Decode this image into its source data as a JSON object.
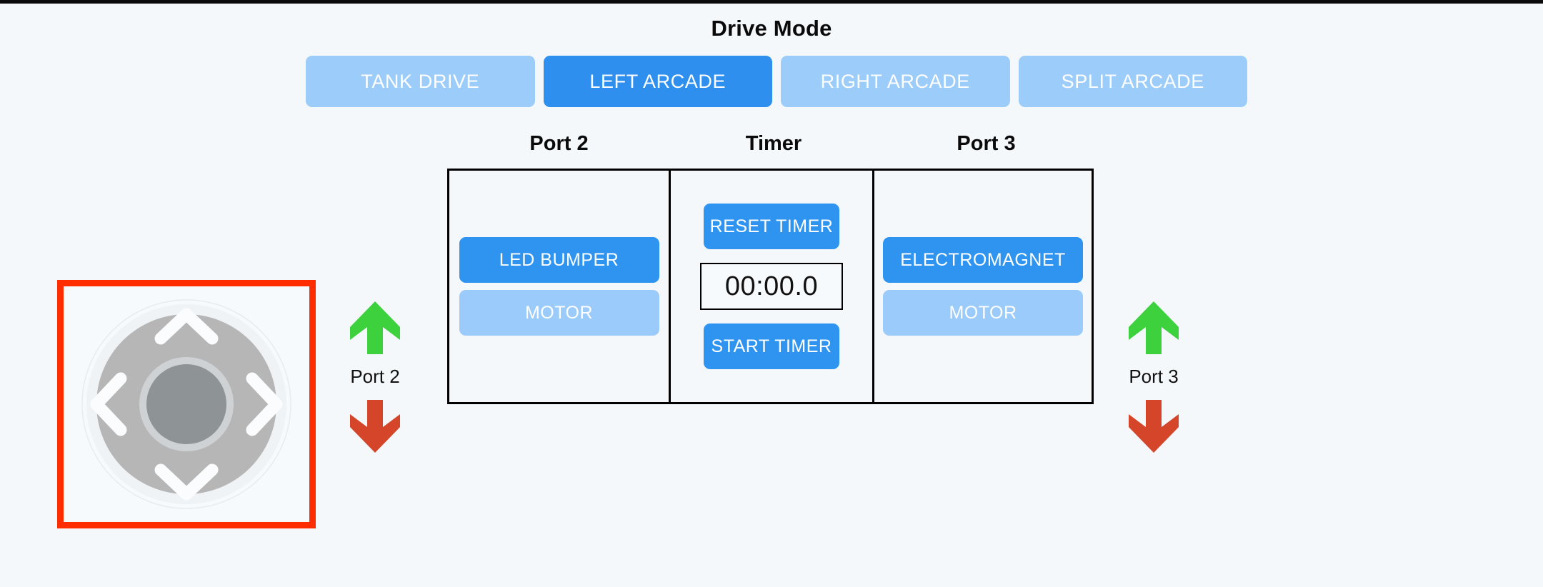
{
  "app": {
    "background_color": "#f4f8fa"
  },
  "drive_mode": {
    "title": "Drive Mode",
    "active_color": "#2e8fee",
    "inactive_color": "#9cccfa",
    "options": [
      {
        "label": "TANK DRIVE",
        "active": false
      },
      {
        "label": "LEFT ARCADE",
        "active": true
      },
      {
        "label": "RIGHT ARCADE",
        "active": false
      },
      {
        "label": "SPLIT ARCADE",
        "active": false
      }
    ]
  },
  "panels": {
    "port2": {
      "header": "Port 2",
      "buttons": [
        {
          "label": "LED BUMPER",
          "active": true
        },
        {
          "label": "MOTOR",
          "active": false
        }
      ]
    },
    "timer": {
      "header": "Timer",
      "reset_label": "RESET TIMER",
      "start_label": "START TIMER",
      "display": "00:00.0"
    },
    "port3": {
      "header": "Port 3",
      "buttons": [
        {
          "label": "ELECTROMAGNET",
          "active": true
        },
        {
          "label": "MOTOR",
          "active": false
        }
      ]
    }
  },
  "indicators": {
    "up_arrow_color": "#3dd13d",
    "down_arrow_color": "#d4452a",
    "port2_label": "Port 2",
    "port3_label": "Port 3"
  },
  "dpad": {
    "highlight_border_color": "#ff2d00",
    "ring_color": "#b6b6b6",
    "center_color": "#8e9395",
    "chevron_color": "#fbfcfd",
    "directions": [
      "up",
      "left",
      "right",
      "down"
    ]
  }
}
